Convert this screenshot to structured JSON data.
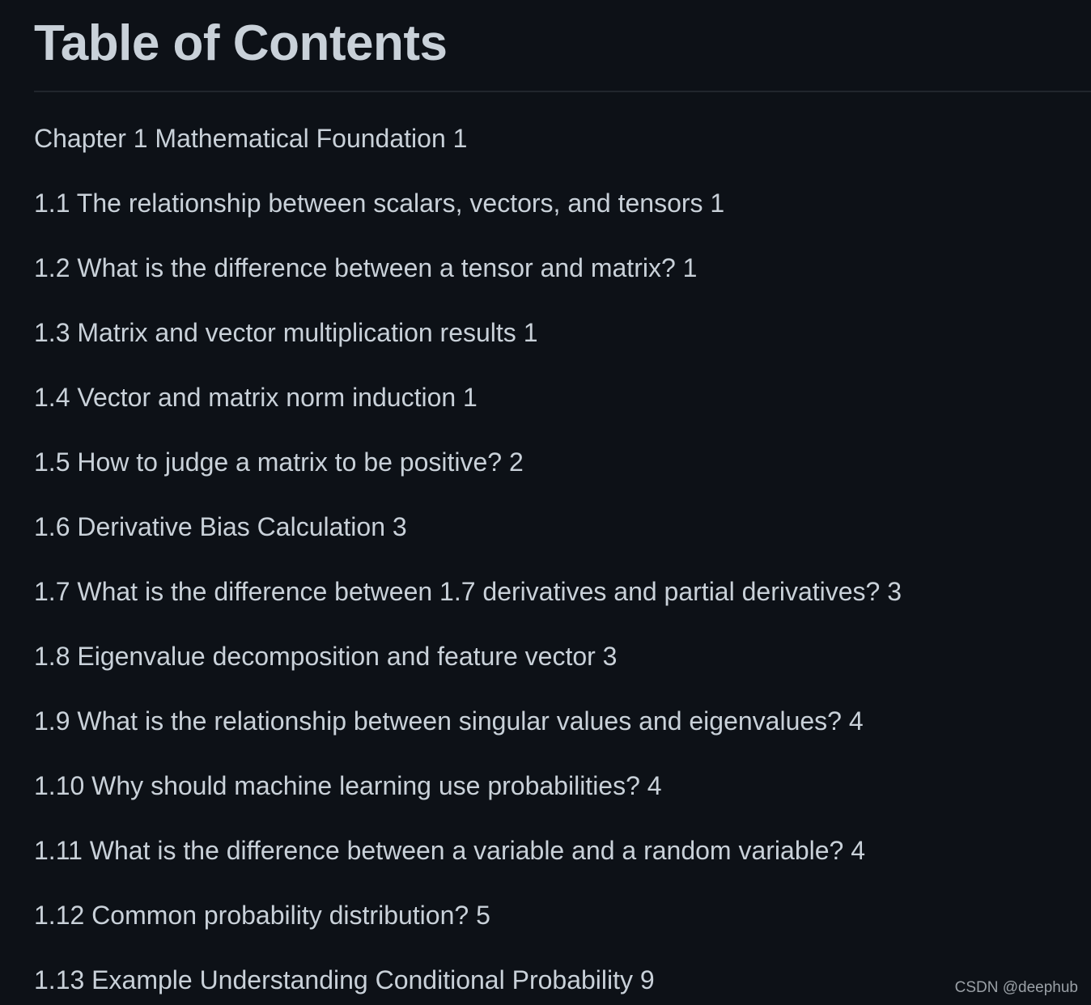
{
  "header": {
    "title": "Table of Contents"
  },
  "toc": {
    "items": [
      {
        "label": "Chapter 1 Mathematical Foundation 1"
      },
      {
        "label": "1.1 The relationship between scalars, vectors, and tensors 1"
      },
      {
        "label": "1.2 What is the difference between a tensor and matrix? 1"
      },
      {
        "label": "1.3 Matrix and vector multiplication results 1"
      },
      {
        "label": "1.4 Vector and matrix norm induction 1"
      },
      {
        "label": "1.5 How to judge a matrix to be positive? 2"
      },
      {
        "label": "1.6 Derivative Bias Calculation 3"
      },
      {
        "label": "1.7 What is the difference between 1.7 derivatives and partial derivatives? 3"
      },
      {
        "label": "1.8 Eigenvalue decomposition and feature vector 3"
      },
      {
        "label": "1.9 What is the relationship between singular values and eigenvalues? 4"
      },
      {
        "label": "1.10 Why should machine learning use probabilities? 4"
      },
      {
        "label": "1.11 What is the difference between a variable and a random variable? 4"
      },
      {
        "label": "1.12 Common probability distribution? 5"
      },
      {
        "label": "1.13 Example Understanding Conditional Probability 9"
      }
    ]
  },
  "watermark": {
    "text": "CSDN @deephub"
  },
  "colors": {
    "background": "#0d1117",
    "text": "#c9d1d9",
    "divider": "#21262d"
  }
}
